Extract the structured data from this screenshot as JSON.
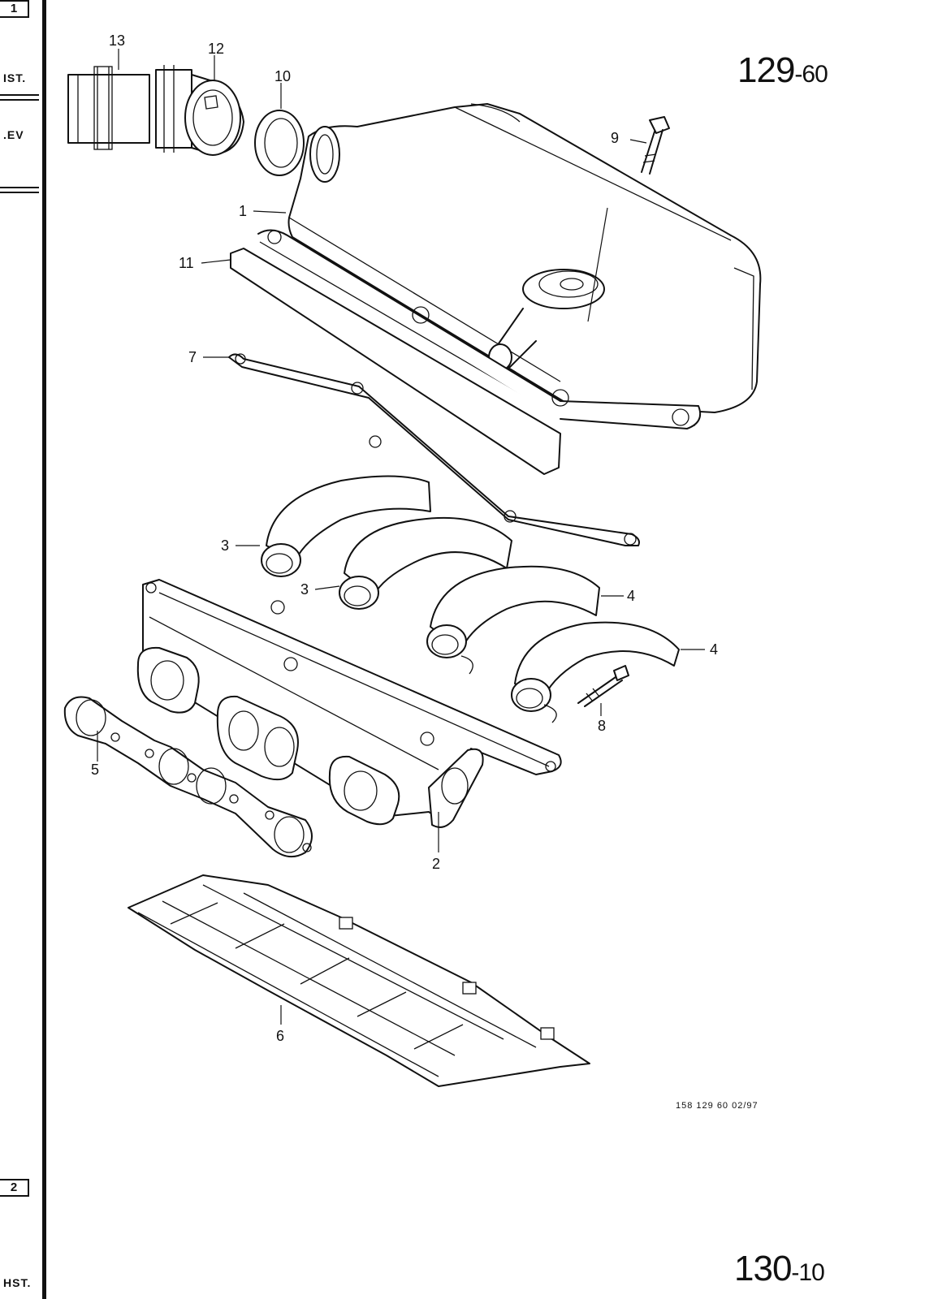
{
  "header": {
    "page_ref_main": "129",
    "page_ref_sub": "-60"
  },
  "footer": {
    "next_ref_main": "130",
    "next_ref_sub": "-10",
    "drawing_code": "158   129 60   02/97"
  },
  "margin": {
    "top_box": "1",
    "bottom_box": "2",
    "label_ist": "IST.",
    "label_rev": ".EV",
    "label_ist_bottom": "HST."
  },
  "callouts": {
    "c1": "1",
    "c2": "2",
    "c3a": "3",
    "c3b": "3",
    "c4a": "4",
    "c4b": "4",
    "c5": "5",
    "c6": "6",
    "c7": "7",
    "c8": "8",
    "c9": "9",
    "c10": "10",
    "c11": "11",
    "c12": "12",
    "c13": "13"
  }
}
